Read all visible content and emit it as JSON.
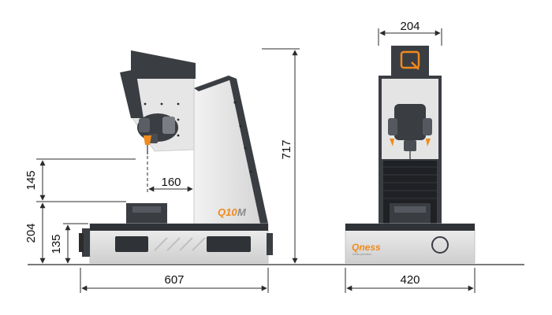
{
  "dimensions": {
    "test_height": "145",
    "base_height": "204",
    "foot_height": "135",
    "throat_depth": "160",
    "overall_width": "607",
    "overall_height": "717",
    "head_width": "204",
    "base_width": "420"
  },
  "branding": {
    "model_label": "Q10",
    "model_suffix": "M",
    "brand_name": "Qness",
    "brand_tagline": "Swiss precision",
    "head_logo": "Q"
  },
  "colors": {
    "accent_orange": "#f08a1c",
    "machine_dark": "#3a3d42",
    "machine_light": "#e4e4e4",
    "base_dark": "#2f3236"
  }
}
